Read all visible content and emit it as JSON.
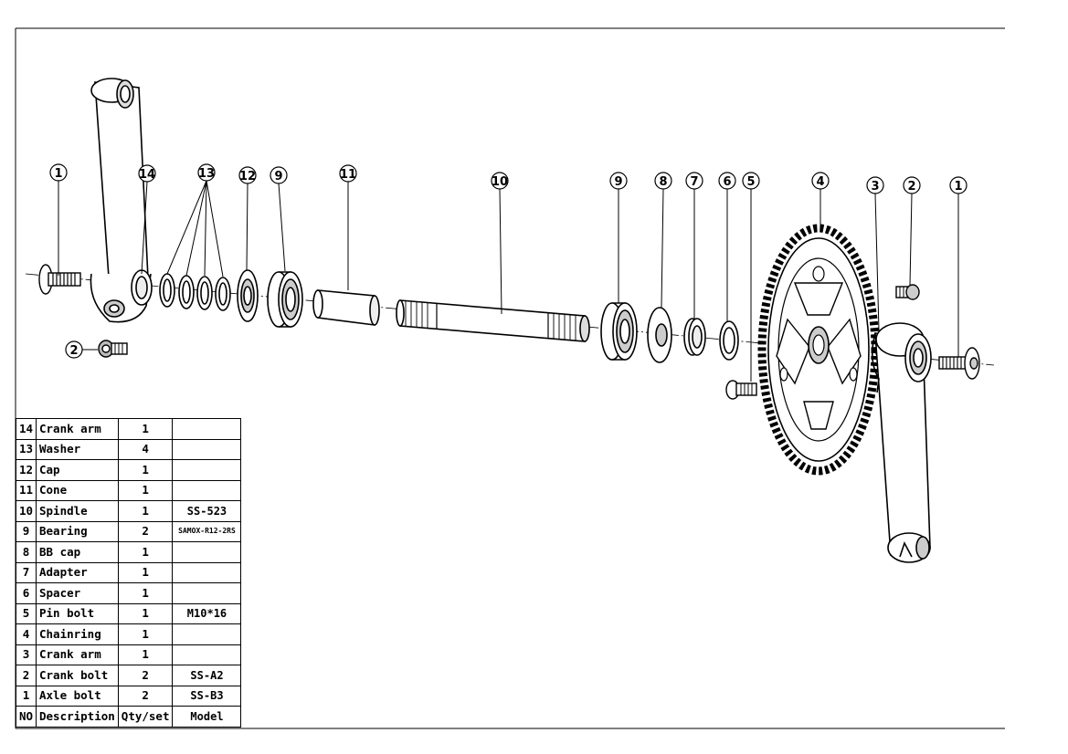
{
  "callouts": [
    "1",
    "14",
    "13",
    "12",
    "9",
    "11",
    "10",
    "9",
    "8",
    "7",
    "6",
    "5",
    "4",
    "3",
    "2",
    "1",
    "2"
  ],
  "table": {
    "rows": [
      {
        "no": "14",
        "desc": "Crank arm",
        "qty": "1",
        "model": ""
      },
      {
        "no": "13",
        "desc": "Washer",
        "qty": "4",
        "model": ""
      },
      {
        "no": "12",
        "desc": "Cap",
        "qty": "1",
        "model": ""
      },
      {
        "no": "11",
        "desc": "Cone",
        "qty": "1",
        "model": ""
      },
      {
        "no": "10",
        "desc": "Spindle",
        "qty": "1",
        "model": "SS-523"
      },
      {
        "no": "9",
        "desc": "Bearing",
        "qty": "2",
        "model": "SAMOX-R12-2RS"
      },
      {
        "no": "8",
        "desc": "BB cap",
        "qty": "1",
        "model": ""
      },
      {
        "no": "7",
        "desc": "Adapter",
        "qty": "1",
        "model": ""
      },
      {
        "no": "6",
        "desc": "Spacer",
        "qty": "1",
        "model": ""
      },
      {
        "no": "5",
        "desc": "Pin bolt",
        "qty": "1",
        "model": "M10*16"
      },
      {
        "no": "4",
        "desc": "Chainring",
        "qty": "1",
        "model": ""
      },
      {
        "no": "3",
        "desc": "Crank arm",
        "qty": "1",
        "model": ""
      },
      {
        "no": "2",
        "desc": "Crank bolt",
        "qty": "2",
        "model": "SS-A2"
      },
      {
        "no": "1",
        "desc": "Axle bolt",
        "qty": "2",
        "model": "SS-B3"
      }
    ],
    "header": {
      "no": "NO",
      "desc": "Description",
      "qty": "Qty/set",
      "model": "Model"
    }
  },
  "colors": {
    "line": "#000000",
    "background": "#ffffff",
    "shade": "#b9b9b9"
  }
}
